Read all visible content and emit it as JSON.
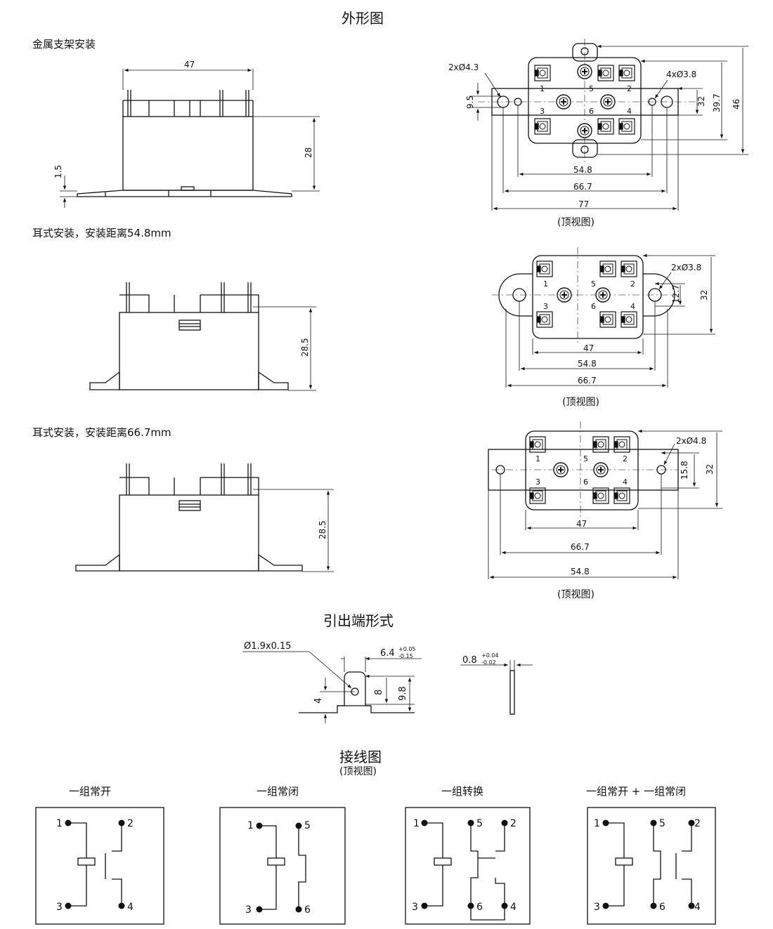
{
  "titles": {
    "outline": "外形图",
    "terminal": "引出端形式",
    "wiring": "接线图",
    "wiring_sub": "(顶视图)",
    "top_view": "(顶视图)"
  },
  "mounting": {
    "bracket": "金属支架安装",
    "ear548": "耳式安装，安装距离54.8mm",
    "ear667": "耳式安装，安装距离66.7mm"
  },
  "dims": {
    "side1": {
      "width": "47",
      "height": "28",
      "base": "1.5"
    },
    "side2": {
      "height": "28.5"
    },
    "side3": {
      "height": "28.5"
    },
    "top1": {
      "hole_a": "2xØ4.3",
      "hole_b": "4xØ3.8",
      "d95": "9.5",
      "d32": "32",
      "d397": "39.7",
      "d46": "46",
      "d548": "54.8",
      "d667": "66.7",
      "d77": "77"
    },
    "top2": {
      "hole": "2xØ3.8",
      "d127": "12.7",
      "d32": "32",
      "d47": "47",
      "d548": "54.8",
      "d667": "66.7"
    },
    "top3": {
      "hole": "2xØ4.8",
      "d158": "15.8",
      "d32": "32",
      "d47": "47",
      "d667": "66.7",
      "d548": "54.8"
    },
    "terminal": {
      "hole": "Ø1.9x0.15",
      "width": "6.4",
      "width_tol_up": "+0.05",
      "width_tol_dn": "-0.15",
      "d4": "4",
      "d8": "8",
      "d98": "9.8",
      "thick": "0.8",
      "thick_tol_up": "+0.04",
      "thick_tol_dn": "-0.02"
    }
  },
  "pins": {
    "p1": "1",
    "p2": "2",
    "p3": "3",
    "p4": "4",
    "p5": "5",
    "p6": "6"
  },
  "wiring": {
    "no": "一组常开",
    "nc": "一组常闭",
    "co": "一组转换",
    "nonc": "一组常开 + 一组常闭"
  }
}
